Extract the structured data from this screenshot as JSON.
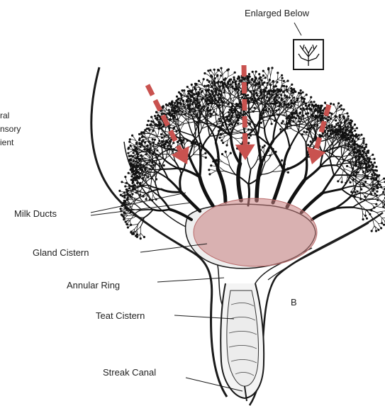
{
  "diagram": {
    "inset_label": "Enlarged Below",
    "labels": {
      "milk_ducts": "Milk Ducts",
      "gland_cistern": "Gland Cistern",
      "annular_ring": "Annular Ring",
      "teat_cistern": "Teat Cistern",
      "streak_canal": "Streak Canal",
      "panel_letter": "B"
    },
    "clipped_left_text": [
      "ral",
      "nsory",
      "ient"
    ],
    "colors": {
      "arrow": "#c9524f",
      "cistern_highlight": "#c97f7f",
      "line": "#1a1a1a"
    }
  }
}
